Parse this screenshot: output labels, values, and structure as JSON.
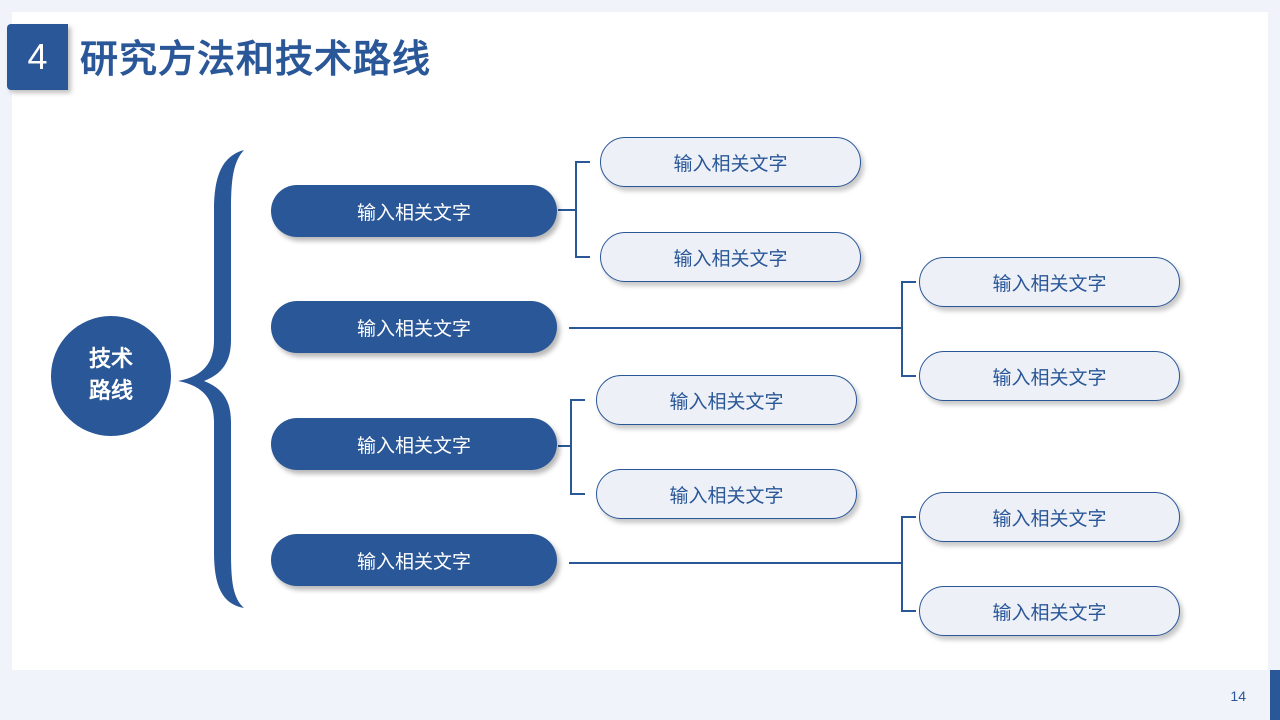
{
  "header": {
    "section_number": "4",
    "title": "研究方法和技术路线"
  },
  "diagram": {
    "root_label": "技术路线",
    "primary_nodes": [
      {
        "label": "输入相关文字"
      },
      {
        "label": "输入相关文字"
      },
      {
        "label": "输入相关文字"
      },
      {
        "label": "输入相关文字"
      }
    ],
    "secondary_nodes": [
      {
        "label": "输入相关文字"
      },
      {
        "label": "输入相关文字"
      },
      {
        "label": "输入相关文字"
      },
      {
        "label": "输入相关文字"
      },
      {
        "label": "输入相关文字"
      },
      {
        "label": "输入相关文字"
      },
      {
        "label": "输入相关文字"
      },
      {
        "label": "输入相关文字"
      }
    ]
  },
  "footer": {
    "page_number": "14"
  },
  "colors": {
    "primary": "#2a5798",
    "light_fill": "#edf0f7",
    "background": "#f1f3fa"
  }
}
